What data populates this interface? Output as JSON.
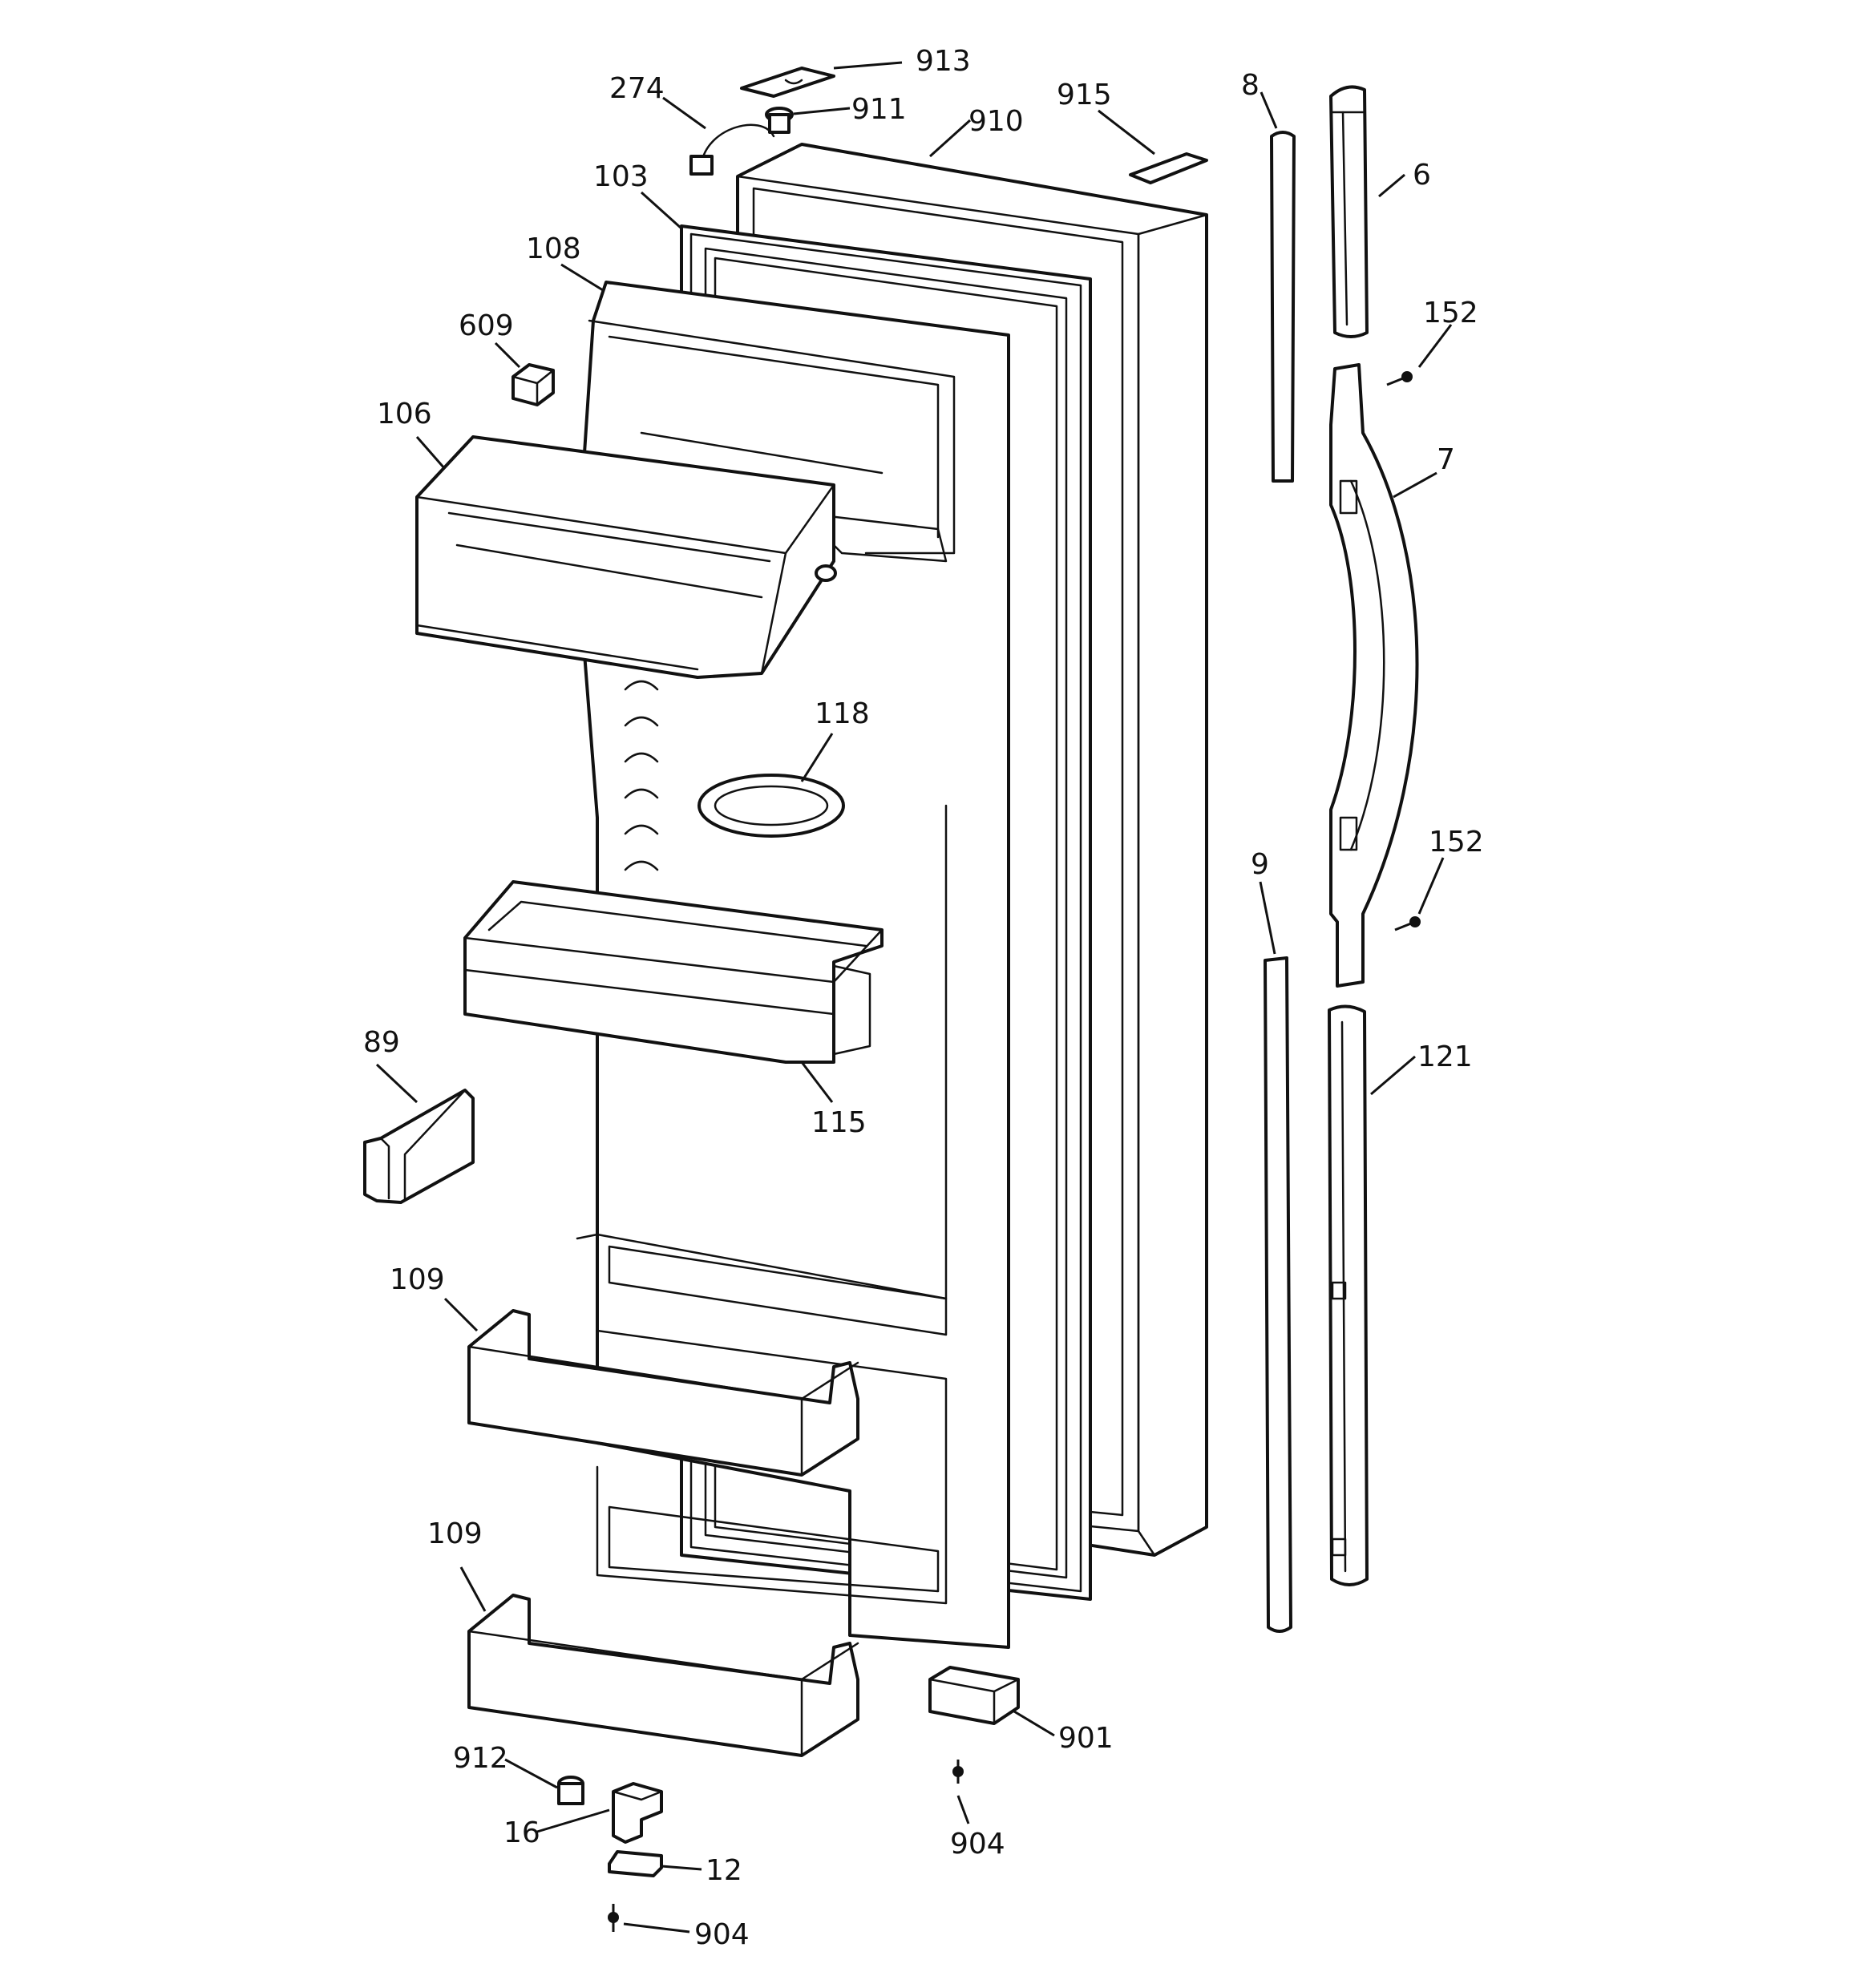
{
  "diagram": {
    "parts": [
      {
        "id": "913",
        "label": "913"
      },
      {
        "id": "274",
        "label": "274"
      },
      {
        "id": "911",
        "label": "911"
      },
      {
        "id": "915",
        "label": "915"
      },
      {
        "id": "910",
        "label": "910"
      },
      {
        "id": "8",
        "label": "8"
      },
      {
        "id": "6",
        "label": "6"
      },
      {
        "id": "103",
        "label": "103"
      },
      {
        "id": "108",
        "label": "108"
      },
      {
        "id": "152a",
        "label": "152"
      },
      {
        "id": "609",
        "label": "609"
      },
      {
        "id": "106",
        "label": "106"
      },
      {
        "id": "7",
        "label": "7"
      },
      {
        "id": "118",
        "label": "118"
      },
      {
        "id": "152b",
        "label": "152"
      },
      {
        "id": "9",
        "label": "9"
      },
      {
        "id": "89",
        "label": "89"
      },
      {
        "id": "121",
        "label": "121"
      },
      {
        "id": "115",
        "label": "115"
      },
      {
        "id": "109a",
        "label": "109"
      },
      {
        "id": "109b",
        "label": "109"
      },
      {
        "id": "901",
        "label": "901"
      },
      {
        "id": "912",
        "label": "912"
      },
      {
        "id": "16",
        "label": "16"
      },
      {
        "id": "904a",
        "label": "904"
      },
      {
        "id": "12",
        "label": "12"
      },
      {
        "id": "904b",
        "label": "904"
      }
    ]
  },
  "colors": {
    "line": "#111111",
    "background": "#ffffff",
    "shade": "#e6e6e6"
  }
}
